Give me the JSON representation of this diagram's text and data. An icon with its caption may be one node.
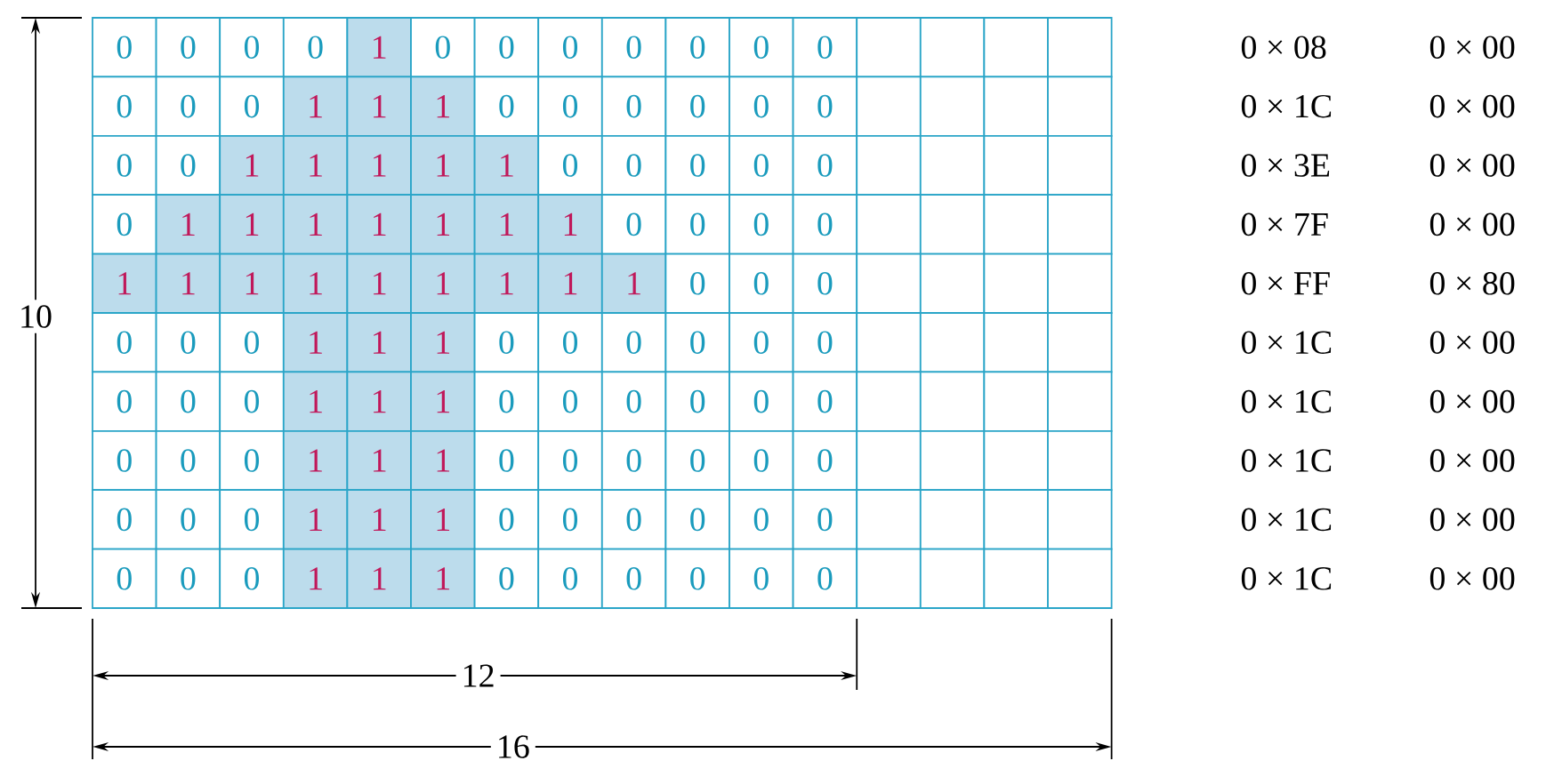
{
  "diagram": {
    "labels": [
      "0",
      "0",
      "0",
      "0",
      "1",
      "0",
      "0",
      "0",
      "0",
      "0",
      "0",
      "0",
      "0",
      "0",
      "0",
      "1",
      "1",
      "1",
      "0",
      "0",
      "0",
      "0",
      "0",
      "0",
      "0",
      "0",
      "1",
      "1",
      "1",
      "1",
      "1",
      "0",
      "0",
      "0",
      "0",
      "0",
      "0",
      "1",
      "1",
      "1",
      "1",
      "1",
      "1",
      "1",
      "0",
      "0",
      "0",
      "0",
      "1",
      "1",
      "1",
      "1",
      "1",
      "1",
      "1",
      "1",
      "1",
      "0",
      "0",
      "0",
      "0",
      "0",
      "0",
      "1",
      "1",
      "1",
      "0",
      "0",
      "0",
      "0",
      "0",
      "0",
      "0",
      "0",
      "0",
      "1",
      "1",
      "1",
      "0",
      "0",
      "0",
      "0",
      "0",
      "0",
      "0",
      "0",
      "0",
      "1",
      "1",
      "1",
      "0",
      "0",
      "0",
      "0",
      "0",
      "0",
      "0",
      "0",
      "0",
      "1",
      "1",
      "1",
      "0",
      "0",
      "0",
      "0",
      "0",
      "0",
      "0",
      "0",
      "0",
      "1",
      "1",
      "1",
      "0",
      "0",
      "0",
      "0",
      "0",
      "0",
      "0 × 08",
      "0 × 00",
      "0 × 1C",
      "0 × 00",
      "0 × 3E",
      "0 × 00",
      "0 × 7F",
      "0 × 00",
      "0 × FF",
      "0 × 80",
      "0 × 1C",
      "0 × 00",
      "0 × 1C",
      "0 × 00",
      "0 × 1C",
      "0 × 00",
      "0 × 1C",
      "0 × 00",
      "0 × 1C",
      "0 × 00",
      "10",
      "12",
      "16"
    ]
  }
}
